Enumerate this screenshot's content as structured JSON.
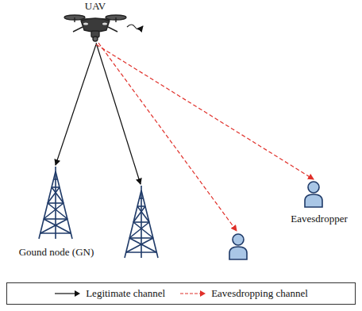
{
  "diagram": {
    "nodes": [
      {
        "text": [
          "UAV"
        ]
      },
      {
        "text": [
          "Gound node (GN)"
        ]
      },
      {
        "text": [
          "Eavesdropper"
        ]
      }
    ],
    "edges": [
      {
        "from": 0,
        "to": 1,
        "arrow": "to"
      },
      {
        "from": 0,
        "to": 2,
        "arrow": "to"
      }
    ],
    "legend": [
      {
        "text": "Legitimate channel"
      },
      {
        "text": "Eavesdropping channel"
      }
    ]
  }
}
